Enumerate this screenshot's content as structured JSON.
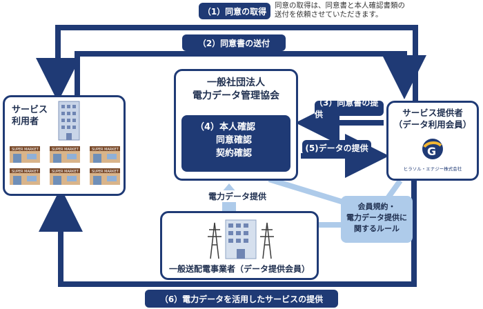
{
  "steps": {
    "s1": "（1）同意の取得",
    "s2": "（2）同意書の送付",
    "s3": "（3）同意書の提供",
    "s5": "(5)データの提供",
    "s6": "（6）電力データを活用したサービスの提供"
  },
  "note": {
    "line1": "同意の取得は、同意書と本人確認書類の",
    "line2": "送付を依頼させていただきます。"
  },
  "consumer": {
    "line1": "サービス",
    "line2": "利用者"
  },
  "association": {
    "line1": "一般社団法人",
    "line2": "電力データ管理協会",
    "checks": [
      "（4）本人確認",
      "同意確認",
      "契約確認"
    ]
  },
  "provider": {
    "line1": "サービス提供者",
    "line2": "（データ利用会員）",
    "logo_text": "ヒラソル・エナジー株式会社"
  },
  "utility": {
    "label": "一般送配電事業者（データ提供会員）",
    "arrow_label": "電力データ提供"
  },
  "rules": {
    "line1": "会員規約・",
    "line2": "電力データ提供に",
    "line3": "関するルール"
  },
  "store_sign": "SUPER MARKET",
  "colors": {
    "navy": "#1f3a75",
    "light_blue": "#aecbea",
    "white": "#ffffff"
  }
}
